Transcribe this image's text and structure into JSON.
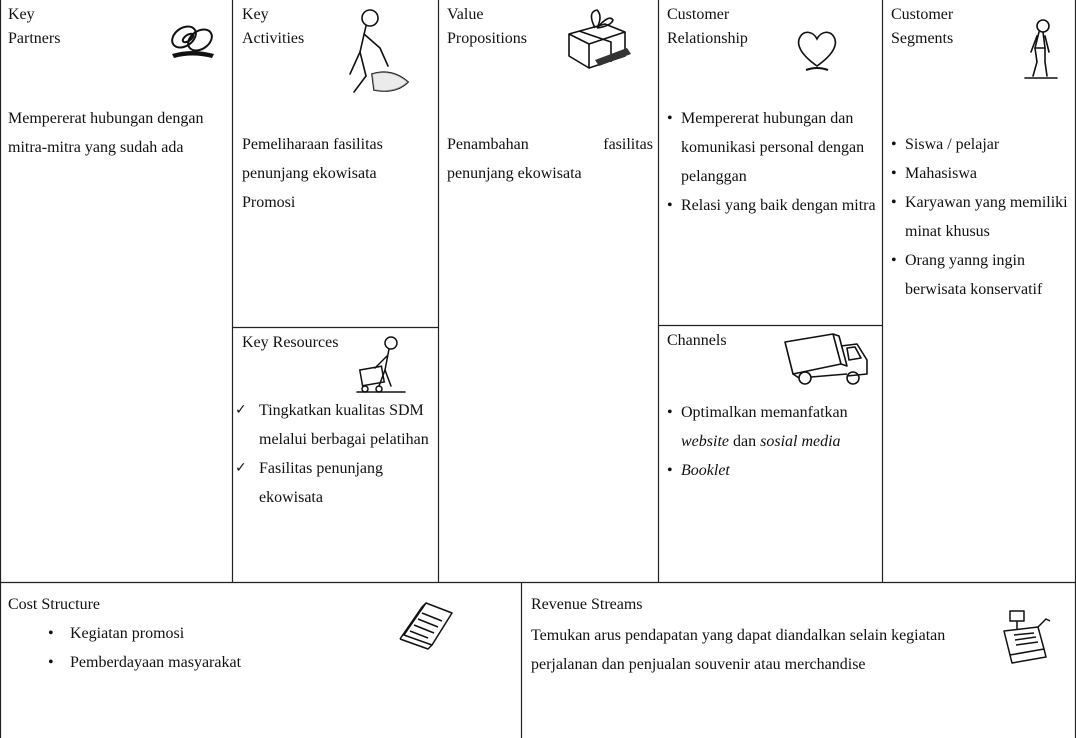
{
  "key_partners": {
    "title": "Key\nPartners",
    "text": "Mempererat hubungan dengan mitra-mitra yang sudah ada",
    "icon": "chain-links-icon"
  },
  "key_activities": {
    "title": "Key\nActivities",
    "text_line1": "Pemeliharaan fasilitas penunjang ekowisata",
    "text_line2": "Promosi",
    "icon": "person-working-icon"
  },
  "key_resources": {
    "title": "Key Resources",
    "items": [
      "Tingkatkan kualitas SDM melalui berbagai pelatihan",
      "Fasilitas penunjang ekowisata"
    ],
    "icon": "person-with-cart-icon"
  },
  "value_propositions": {
    "title": "Value\nPropositions",
    "text": "Penambahan fasilitas penunjang ekowisata",
    "icon": "gift-box-icon"
  },
  "customer_relationship": {
    "title": "Customer\nRelationship",
    "items": [
      "Mempererat hubungan dan komunikasi personal dengan pelanggan",
      "Relasi yang baik dengan mitra"
    ],
    "icon": "heart-icon"
  },
  "channels": {
    "title": "Channels",
    "item1_pre": "Optimalkan memanfatkan ",
    "item1_em1": "website",
    "item1_mid": " dan ",
    "item1_em2": "sosial media",
    "item2": "Booklet",
    "icon": "delivery-truck-icon"
  },
  "customer_segments": {
    "title": "Customer\nSegments",
    "items": [
      "Siswa / pelajar",
      "Mahasiswa",
      "Karyawan yang memiliki minat khusus",
      "Orang yanng ingin berwisata konservatif"
    ],
    "icon": "standing-person-icon"
  },
  "cost_structure": {
    "title": "Cost Structure",
    "items": [
      "Kegiatan promosi",
      "Pemberdayaan masyarakat"
    ],
    "icon": "paper-documents-icon"
  },
  "revenue_streams": {
    "title": "Revenue Streams",
    "text": "Temukan arus pendapatan yang dapat diandalkan selain kegiatan perjalanan dan penjualan souvenir atau merchandise",
    "icon": "cash-register-icon"
  }
}
